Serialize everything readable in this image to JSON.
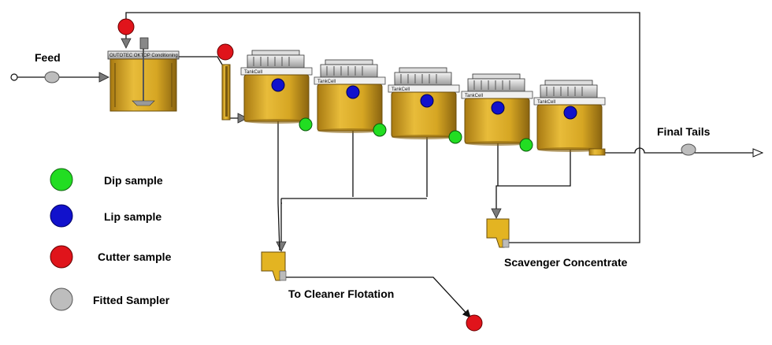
{
  "labels": {
    "feed": "Feed",
    "final_tails": "Final Tails",
    "to_cleaner_flotation": "To Cleaner Flotation",
    "scavenger_concentrate": "Scavenger Concentrate"
  },
  "equipment": {
    "conditioner_label": "OUTOTEC OKTOP Conditioning",
    "cell_label": "TankCell"
  },
  "legend": [
    {
      "label": "Dip sample",
      "color": "#22dd22"
    },
    {
      "label": "Lip sample",
      "color": "#1111cc"
    },
    {
      "label": "Cutter sample",
      "color": "#e0141b"
    },
    {
      "label": "Fitted Sampler",
      "color": "#bdbdbd"
    }
  ],
  "colors": {
    "tank_gold": "#d6a623",
    "tank_dark": "#8a6410",
    "line": "#111111"
  }
}
